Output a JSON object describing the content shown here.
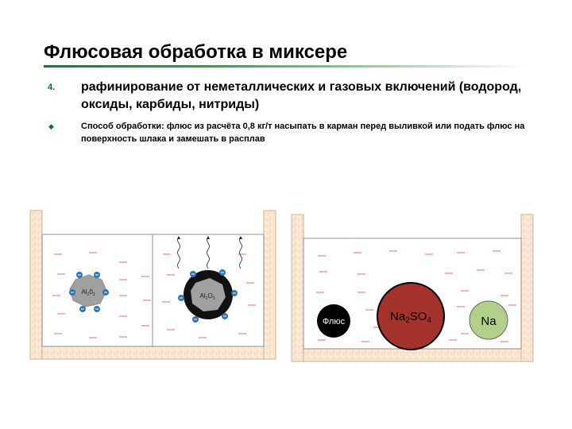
{
  "slide": {
    "title": "Флюсовая обработка в миксере",
    "item_number": "4.",
    "item_text": "рафинирование от неметаллических и газовых включений (водород, оксиды, карбиды, нитриды)",
    "bullet_text": "Способ обработки: флюс из расчёта 0,8 кг/т насыпать в карман перед выливкой или подать флюс на поверхность шлака и замешать в расплав"
  },
  "diagram": {
    "left_particle_1": {
      "base": "Al",
      "sub1": "2",
      "mid": "0",
      "sub2": "3"
    },
    "left_particle_2": {
      "base": "Al",
      "sub1": "2",
      "mid": "O",
      "sub2": "3"
    },
    "flux_label": "Флюс",
    "salt_label": {
      "base": "Na",
      "sub1": "2",
      "mid": "SO",
      "sub2": "4"
    },
    "na_label": "Na",
    "colors": {
      "wall_fill": "#fde9d6",
      "wall_stroke": "#c8b48f",
      "dash": "#e07060",
      "ion": "#2f74b5",
      "salt": "#a4332c",
      "na": "#b2d089",
      "oxide": "#a0a0a0"
    }
  }
}
